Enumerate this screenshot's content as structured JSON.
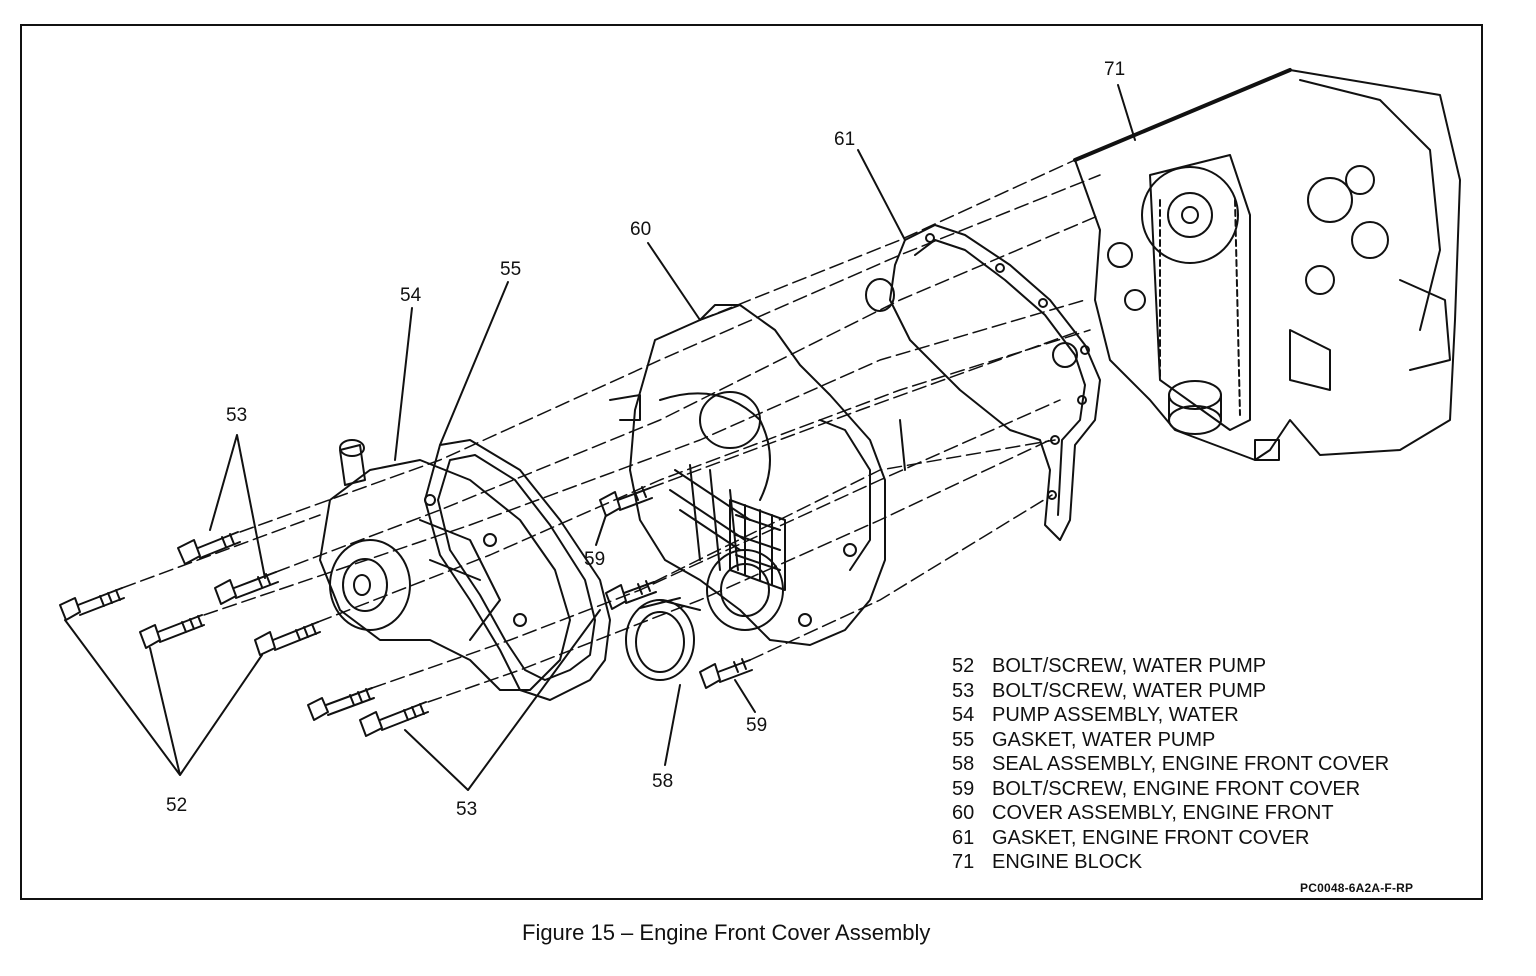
{
  "callouts": {
    "c71": "71",
    "c61": "61",
    "c60": "60",
    "c55": "55",
    "c54": "54",
    "c53_top": "53",
    "c53_bottom": "53",
    "c59_left": "59",
    "c59_right": "59",
    "c58": "58",
    "c52": "52"
  },
  "legend": [
    {
      "num": "52",
      "text": "BOLT/SCREW, WATER PUMP"
    },
    {
      "num": "53",
      "text": "BOLT/SCREW, WATER PUMP"
    },
    {
      "num": "54",
      "text": "PUMP ASSEMBLY, WATER"
    },
    {
      "num": "55",
      "text": "GASKET, WATER PUMP"
    },
    {
      "num": "58",
      "text": "SEAL ASSEMBLY, ENGINE FRONT COVER"
    },
    {
      "num": "59",
      "text": "BOLT/SCREW, ENGINE FRONT COVER"
    },
    {
      "num": "60",
      "text": "COVER ASSEMBLY, ENGINE FRONT"
    },
    {
      "num": "61",
      "text": "GASKET, ENGINE FRONT COVER"
    },
    {
      "num": "71",
      "text": "ENGINE BLOCK"
    }
  ],
  "figure_code": "PC0048-6A2A-F-RP",
  "caption": "Figure 15 – Engine Front Cover Assembly"
}
